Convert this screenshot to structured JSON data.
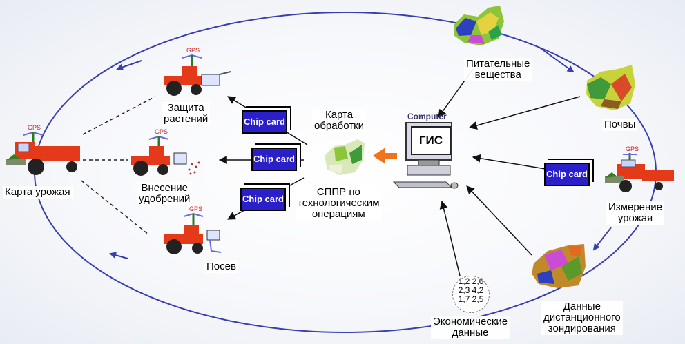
{
  "labels": {
    "nutrients": "Питательные\nвещества",
    "soils": "Почвы",
    "yield_measure": "Измерение\nурожая",
    "remote_sensing": "Данные\nдистанционного\nзондирования",
    "economic": "Экономические\nданные",
    "yield_map": "Карта урожая",
    "plant_protection": "Защита\nрастений",
    "fertilizing": "Внесение\nудобрений",
    "sowing": "Посев",
    "processing_map": "Карта\nобработки",
    "dss": "СППР по\nтехнологическим\nоперациям",
    "computer": "Computer",
    "gis": "ГИС"
  },
  "chip_label": "Chip card",
  "gps_label": "GPS",
  "econ_values": [
    "1,2 2,6",
    "2,3 4,2",
    "1,7 2,5"
  ],
  "colors": {
    "cycle_arrow": "#3a3fb0",
    "chip_card": "#2a1fc9",
    "orange_arrow": "#f0741e",
    "tractor": "#e53a1a"
  }
}
